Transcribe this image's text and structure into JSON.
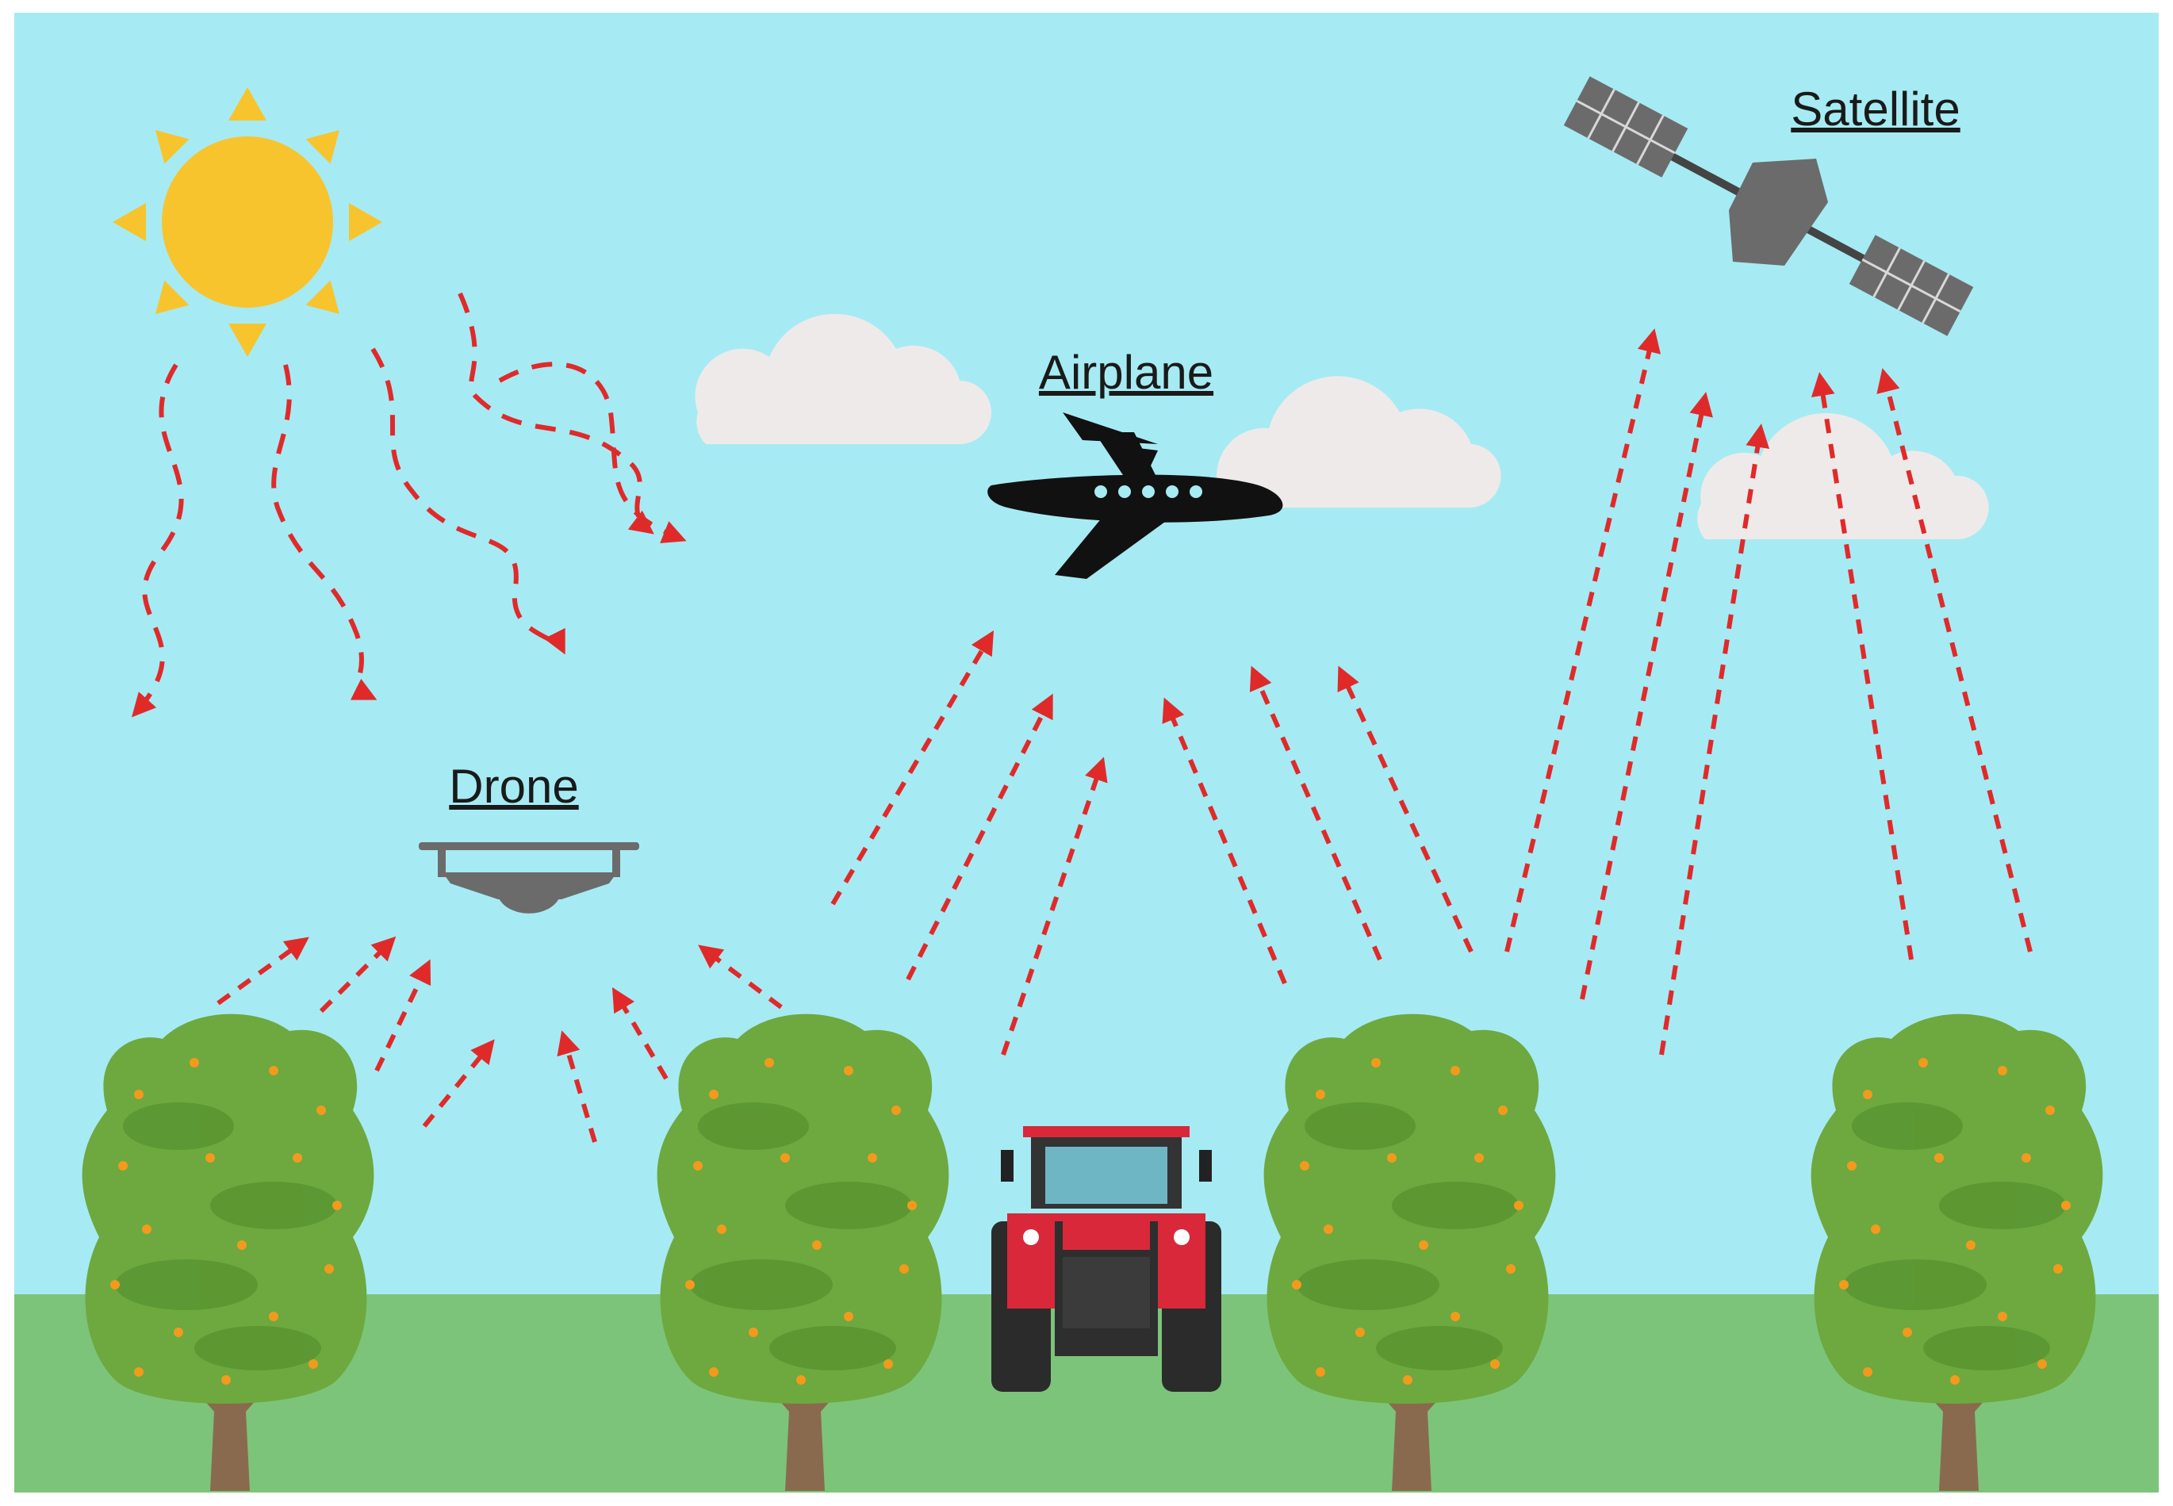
{
  "labels": {
    "drone": "Drone",
    "airplane": "Airplane",
    "satellite": "Satellite"
  },
  "colors": {
    "sky": "#a6ebf3",
    "ground": "#7cc47a",
    "sun": "#f7c42e",
    "arrow": "#e02a2a",
    "cloud": "#efeaea",
    "device": "#6b6b6b",
    "airplane": "#111111",
    "tractor": "#d8283a",
    "foliage": "#6da93e",
    "fruit": "#f29a1e",
    "trunk": "#8a6a4e",
    "label": "#1a1a1a"
  },
  "icons": {
    "sun": "sun-icon",
    "cloud": "cloud-icon",
    "drone": "drone-icon",
    "airplane": "airplane-icon",
    "satellite": "satellite-icon",
    "tractor": "tractor-icon",
    "tree": "orange-tree-icon"
  }
}
